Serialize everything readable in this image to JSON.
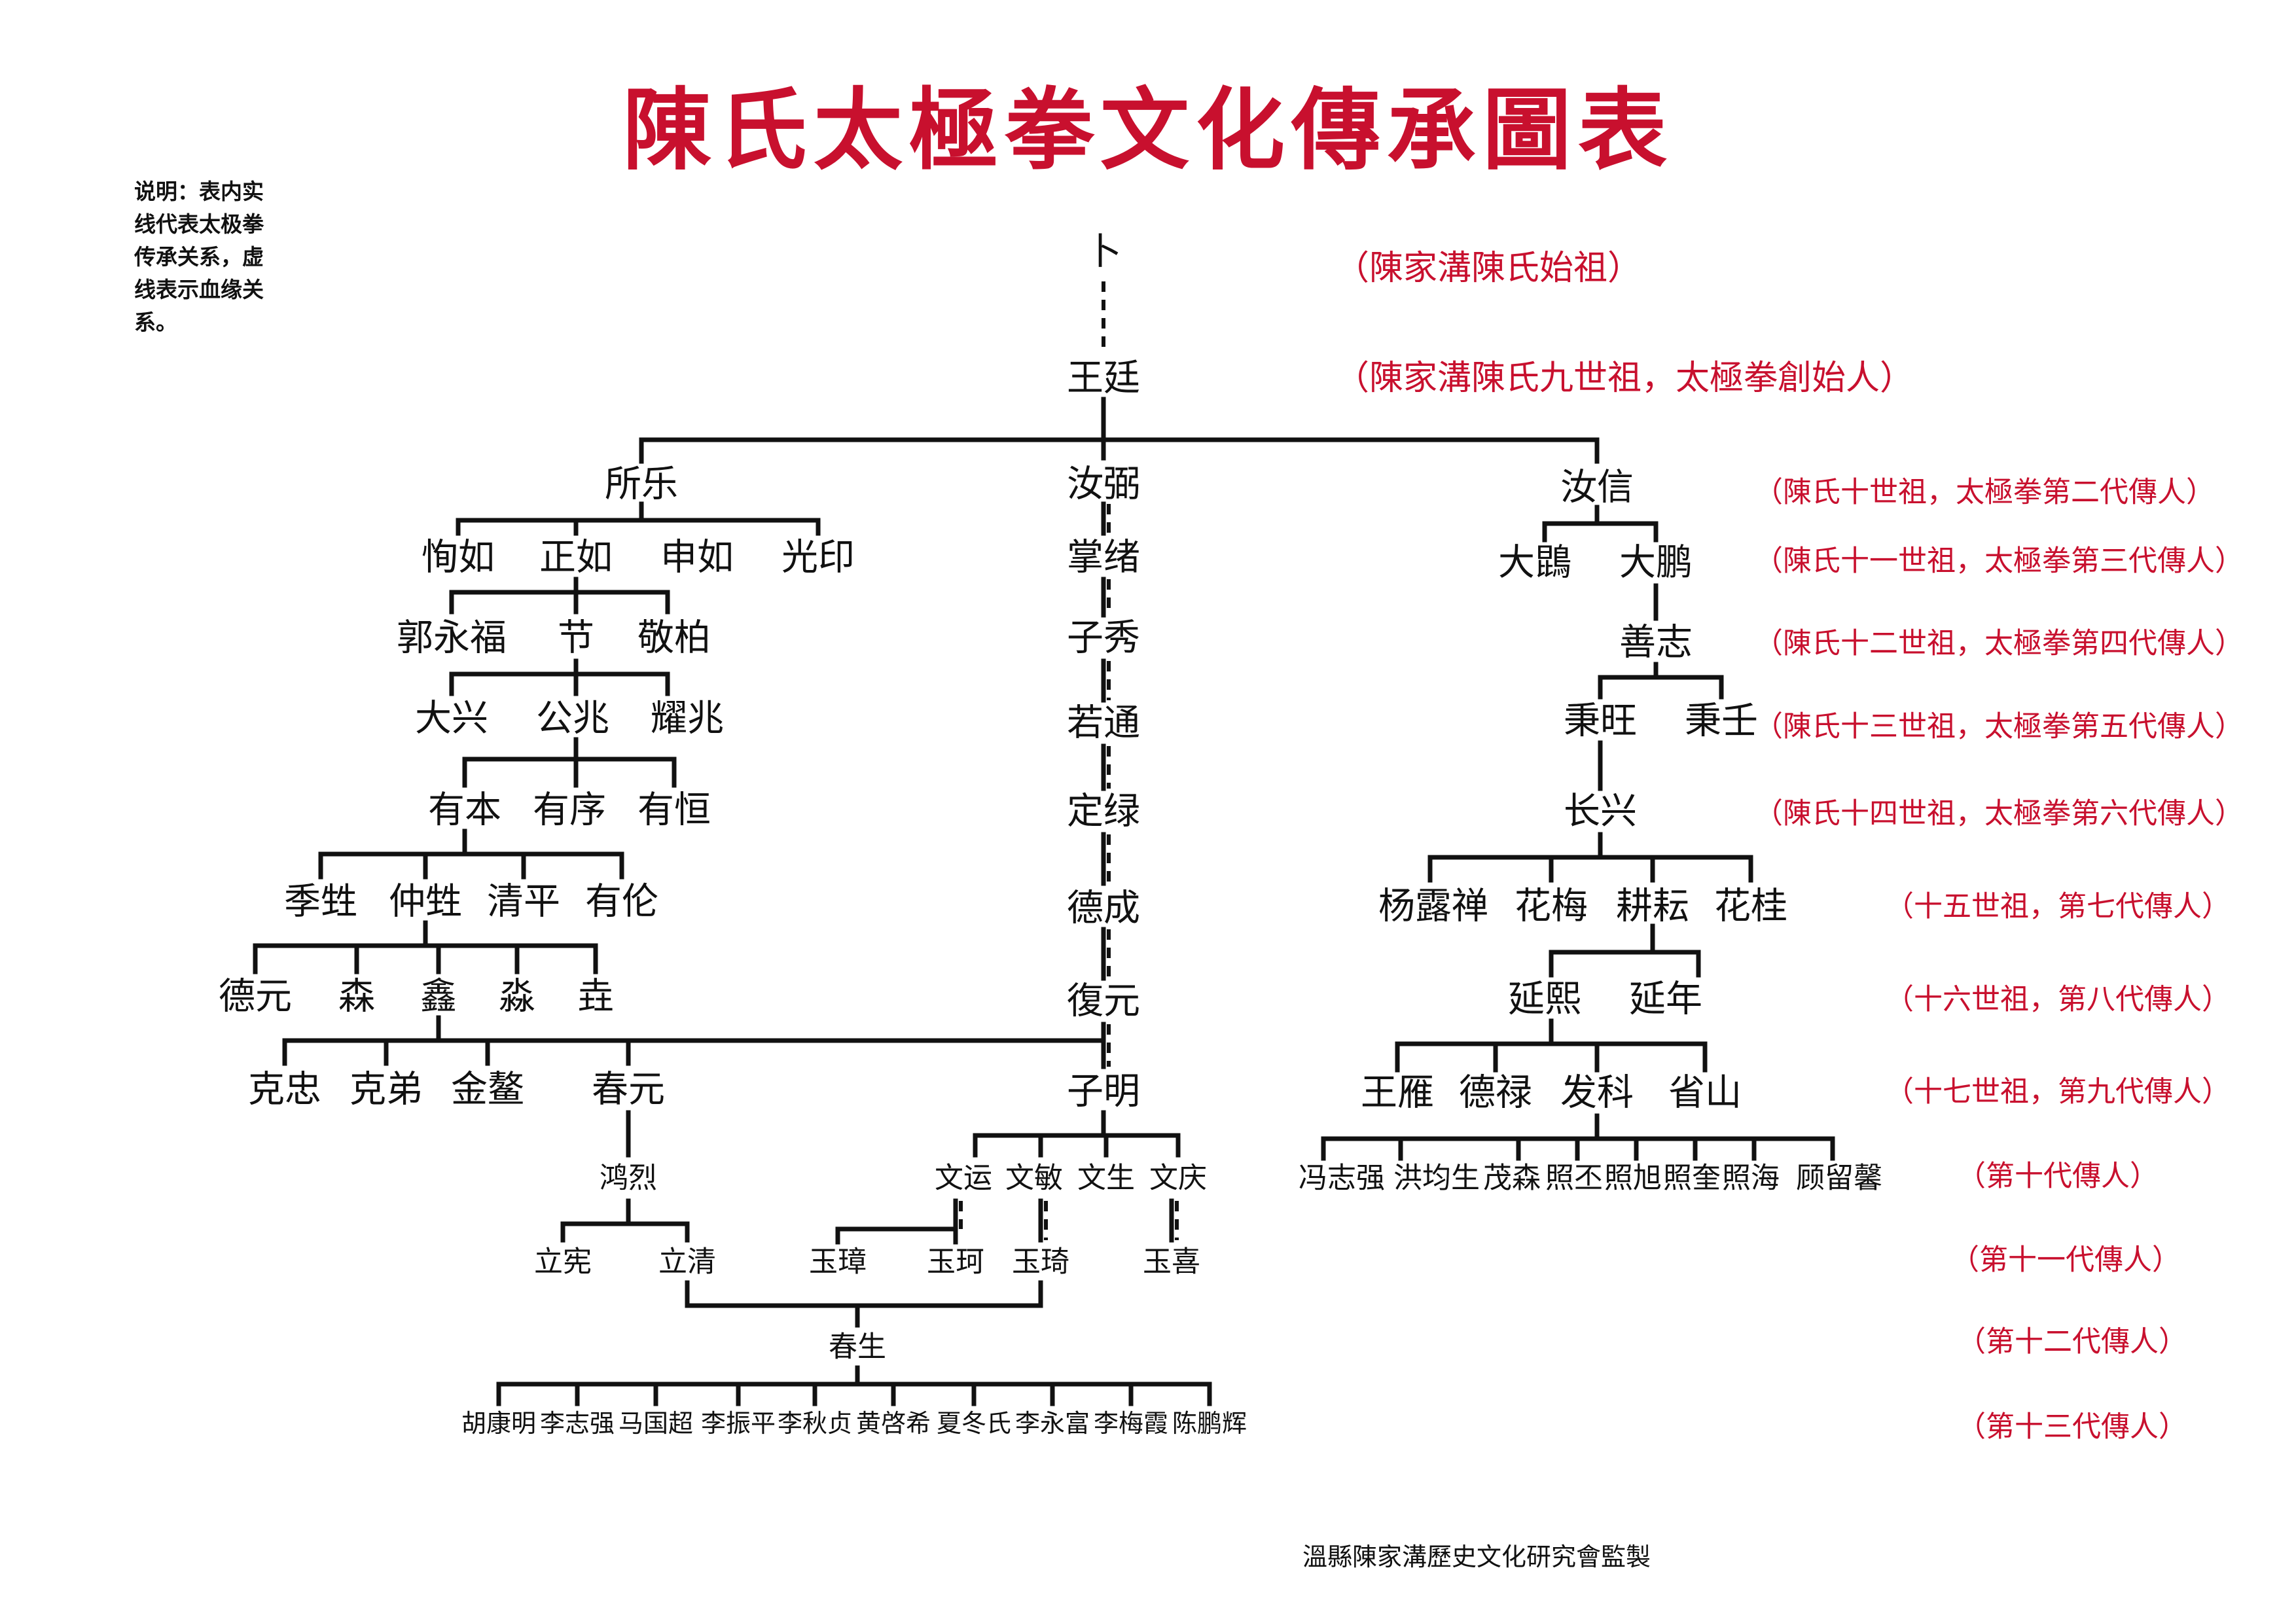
{
  "title": "陳氏太極拳文化傳承圖表",
  "legend": "说明：表内实线代表太极拳传承关系，虚线表示血缘关系。",
  "credit": "溫縣陳家溝歷史文化研究會監製",
  "colors": {
    "title": "#c8102e",
    "generation_label": "#c8102e",
    "line": "#111111"
  },
  "people": {
    "bu": "卜",
    "wangting": "王廷",
    "suole": "所乐",
    "rumi": "汝弼",
    "ruxin": "汝信",
    "xunru": "恂如",
    "zhengru": "正如",
    "shenru": "申如",
    "guangyin": "光印",
    "zhangxu": "掌绪",
    "dadi": "大鵾",
    "dapeng": "大鹏",
    "guoyongfu": "郭永福",
    "jie": "节",
    "jingbai": "敬柏",
    "zixiu": "子秀",
    "shanzhi": "善志",
    "daxing": "大兴",
    "gongzhao": "公兆",
    "yaozhao": "耀兆",
    "ruotong": "若通",
    "bingwang": "秉旺",
    "bingren": "秉壬",
    "youben": "有本",
    "youxu": "有序",
    "youheng": "有恒",
    "dinglu": "定绿",
    "changxing": "长兴",
    "jisheng": "季甡",
    "zhongsheng": "仲甡",
    "qingping": "清平",
    "youlun": "有伦",
    "decheng": "德成",
    "yangluchan": "杨露禅",
    "huamei": "花梅",
    "gengyun": "耕耘",
    "huagui": "花桂",
    "deyuan": "德元",
    "sen": "森",
    "xin": "鑫",
    "miao": "淼",
    "gui": "垚",
    "fuyuan": "復元",
    "yanxi": "延熙",
    "yannian": "延年",
    "kezhong": "克忠",
    "kedi": "克弟",
    "jinao": "金鳌",
    "chunyuan": "春元",
    "ziming": "子明",
    "wangyan": "王雁",
    "delu": "德禄",
    "fake": "发科",
    "shengshan": "省山",
    "honglie": "鸿烈",
    "wenyun": "文运",
    "wenmin": "文敏",
    "wensheng": "文生",
    "wenqing": "文庆",
    "g10_right": [
      "冯志强",
      "洪均生",
      "茂森",
      "照丕",
      "照旭",
      "照奎",
      "照海",
      "顾留馨"
    ],
    "lixian": "立宪",
    "liqing": "立清",
    "yuzhang": "玉璋",
    "yuke": "玉珂",
    "yuqi": "玉琦",
    "yuxi": "玉喜",
    "chunsheng": "春生",
    "g13": [
      "胡康明",
      "李志强",
      "马国超",
      "李振平",
      "李秋贞",
      "黄啓希",
      "夏冬氏",
      "李永富",
      "李梅霞",
      "陈鹏辉"
    ]
  },
  "generations": {
    "g0": "（陳家溝陳氏始祖）",
    "g1": "（陳家溝陳氏九世祖，太極拳創始人）",
    "g2": "（陳氏十世祖，太極拳第二代傳人）",
    "g3": "（陳氏十一世祖，太極拳第三代傳人）",
    "g4": "（陳氏十二世祖，太極拳第四代傳人）",
    "g5": "（陳氏十三世祖，太極拳第五代傳人）",
    "g6": "（陳氏十四世祖，太極拳第六代傳人）",
    "g7": "（十五世祖，第七代傳人）",
    "g8": "（十六世祖，第八代傳人）",
    "g9": "（十七世祖，第九代傳人）",
    "g10": "（第十代傳人）",
    "g11": "（第十一代傳人）",
    "g12": "（第十二代傳人）",
    "g13": "（第十三代傳人）"
  }
}
